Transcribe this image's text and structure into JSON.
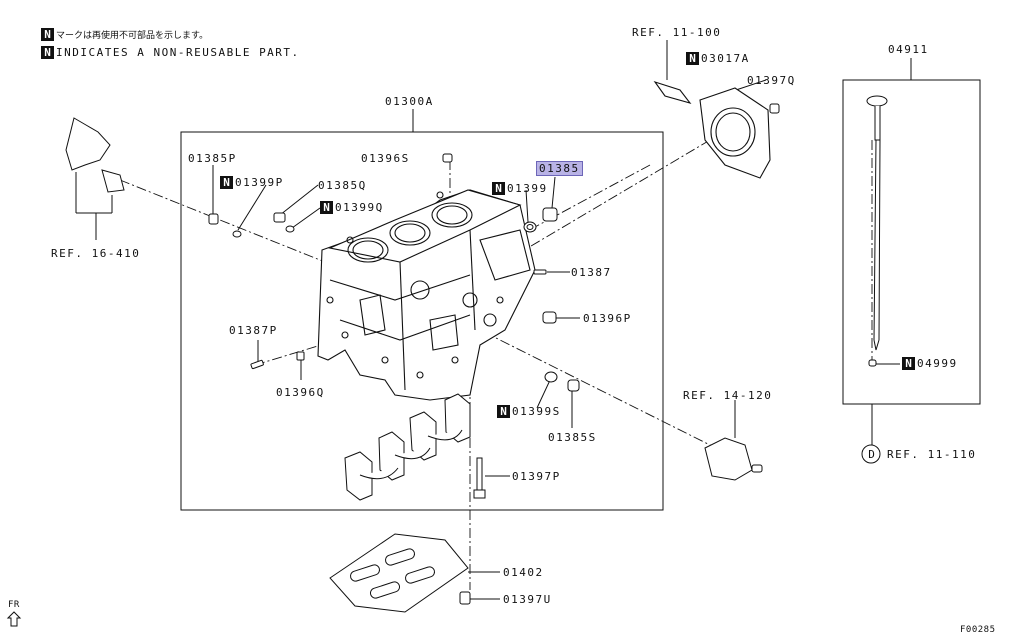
{
  "legend": {
    "jp_note": "マークは再使用不可部品を示します。",
    "en_note": "INDICATES A NON-REUSABLE PART.",
    "mark": "N"
  },
  "labels": {
    "main_assembly": "01300A",
    "ref_11_100": "REF. 11-100",
    "ref_16_410": "REF. 16-410",
    "ref_14_120": "REF. 14-120",
    "ref_11_110": "REF. 11-110",
    "ref_11_110_marker": "D",
    "p_03017a": "03017A",
    "p_01397q": "01397Q",
    "p_04911": "04911",
    "p_04999": "04999",
    "p_01396s": "01396S",
    "p_01385": "01385",
    "p_01399": "01399",
    "p_01385p": "01385P",
    "p_01399p": "01399P",
    "p_01385q": "01385Q",
    "p_01399q": "01399Q",
    "p_01387": "01387",
    "p_01396p": "01396P",
    "p_01387p": "01387P",
    "p_01396q": "01396Q",
    "p_01399s": "01399S",
    "p_01385s": "01385S",
    "p_01397p": "01397P",
    "p_01402": "01402",
    "p_01397u": "01397U",
    "front_indicator": "FR",
    "figure_code": "F00285"
  },
  "highlight": {
    "part": "01385",
    "color": "#b9b3e6"
  }
}
